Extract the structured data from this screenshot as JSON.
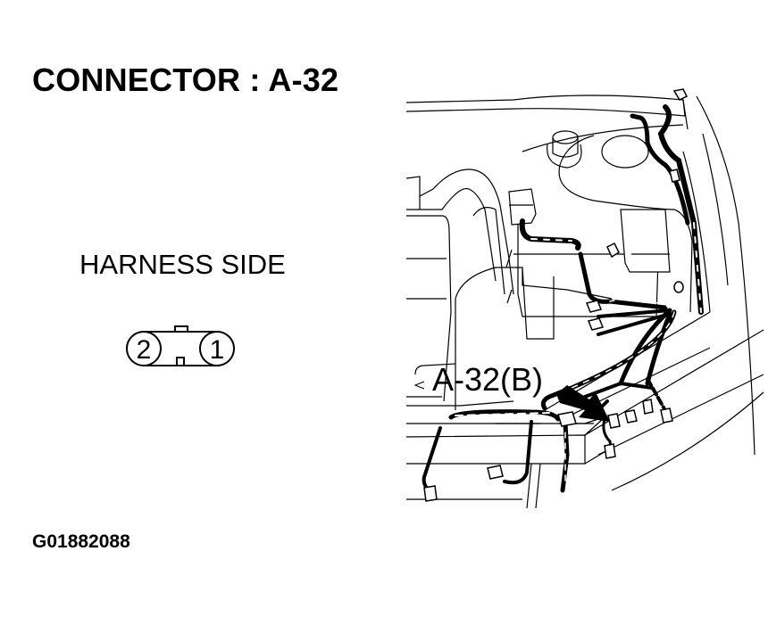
{
  "title": "CONNECTOR : A-32",
  "view_label": "HARNESS SIDE",
  "connector": {
    "pins": [
      {
        "number": "2",
        "position": "left"
      },
      {
        "number": "1",
        "position": "right"
      }
    ],
    "lock_tab": "top-center",
    "key_slot": "bottom-center"
  },
  "engine_bay": {
    "callout_label": "A-32(B)",
    "arrow_icon": "pointer-arrow"
  },
  "figure_code": "G01882088",
  "colors": {
    "ink": "#000000",
    "background": "#ffffff"
  }
}
